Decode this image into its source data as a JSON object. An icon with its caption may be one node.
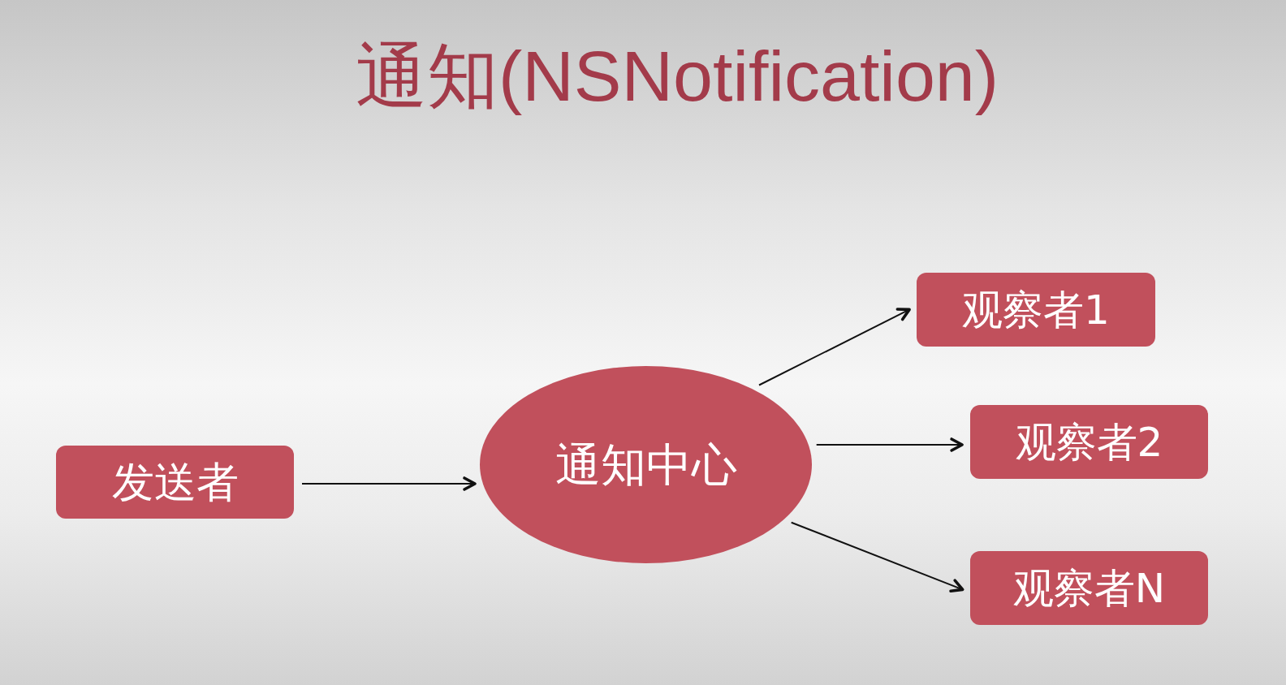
{
  "diagram": {
    "title": "通知(NSNotification)",
    "nodes": [
      {
        "text": [
          "发送者"
        ]
      },
      {
        "text": [
          "通知中心"
        ]
      },
      {
        "text": [
          "观察者1"
        ]
      },
      {
        "text": [
          "观察者2"
        ]
      },
      {
        "text": [
          "观察者N"
        ]
      }
    ],
    "edges": [
      {
        "from": 0,
        "to": 1,
        "arrow": "to"
      },
      {
        "from": 1,
        "to": 2,
        "arrow": "to"
      },
      {
        "from": 1,
        "to": 3,
        "arrow": "to"
      },
      {
        "from": 1,
        "to": 4,
        "arrow": "to"
      }
    ]
  }
}
